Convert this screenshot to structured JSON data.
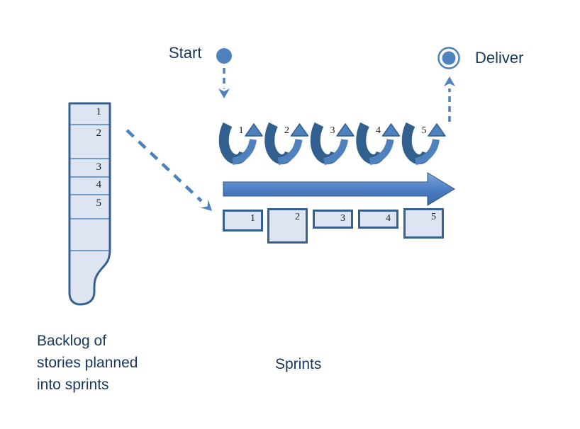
{
  "diagram": {
    "start": {
      "label": "Start"
    },
    "deliver": {
      "label": "Deliver"
    },
    "sprints_caption": "Sprints",
    "backlog_caption": {
      "line1": "Backlog of",
      "line2": "stories planned",
      "line3": "into sprints"
    },
    "backlog_cells": [
      {
        "label": "1"
      },
      {
        "label": "2"
      },
      {
        "label": "3"
      },
      {
        "label": "4"
      },
      {
        "label": "5"
      }
    ],
    "loop_numbers": [
      {
        "label": "1"
      },
      {
        "label": "2"
      },
      {
        "label": "3"
      },
      {
        "label": "4"
      },
      {
        "label": "5"
      }
    ],
    "sprint_boxes": [
      {
        "label": "1"
      },
      {
        "label": "2"
      },
      {
        "label": "3"
      },
      {
        "label": "4"
      },
      {
        "label": "5"
      }
    ],
    "colors": {
      "accent_blue": "#4F81BD",
      "outline_dark": "#36618F",
      "shape_fill": "#DCE5F1",
      "caption_text": "#17375E"
    }
  }
}
